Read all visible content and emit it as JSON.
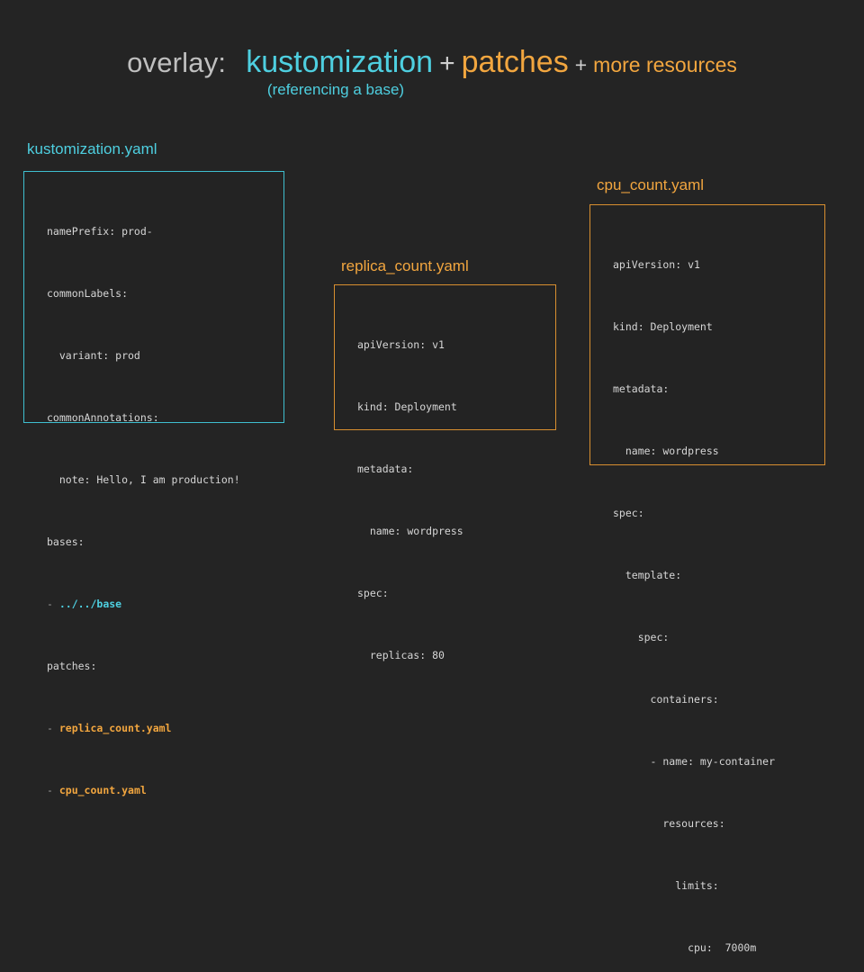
{
  "slide": {
    "background_color": "#242424",
    "title": {
      "prefix": "overlay:",
      "term1": "kustomization",
      "plus1": "+",
      "term2": "patches",
      "plus2": "+",
      "term3": "more resources",
      "subtitle": "(referencing a base)"
    },
    "colors": {
      "cyan": "#4ecfe0",
      "orange": "#f2a63f",
      "grey_text": "#bfbfbf",
      "code_text": "#d6d6d6",
      "dash": "#9a9a9a"
    }
  },
  "cards": [
    {
      "id": "kustomization",
      "label": "kustomization.yaml",
      "label_color": "#4ecfe0",
      "border_color": "#3fbfcf",
      "lines": [
        {
          "text": "namePrefix: prod-"
        },
        {
          "text": "commonLabels:"
        },
        {
          "text": "  variant: prod"
        },
        {
          "text": "commonAnnotations:"
        },
        {
          "text": "  note: Hello, I am production!"
        },
        {
          "text": "bases:"
        },
        {
          "dash": "- ",
          "text": "../../base",
          "style": "cyan-bold"
        },
        {
          "text": "patches:"
        },
        {
          "dash": "- ",
          "text": "replica_count.yaml",
          "style": "orange-bold"
        },
        {
          "dash": "- ",
          "text": "cpu_count.yaml",
          "style": "orange-bold"
        }
      ]
    },
    {
      "id": "replica",
      "label": "replica_count.yaml",
      "label_color": "#f2a63f",
      "border_color": "#d88f30",
      "lines": [
        {
          "text": "apiVersion: v1"
        },
        {
          "text": "kind: Deployment"
        },
        {
          "text": "metadata:"
        },
        {
          "text": "  name: wordpress"
        },
        {
          "text": "spec:"
        },
        {
          "text": "  replicas: 80"
        }
      ]
    },
    {
      "id": "cpu",
      "label": "cpu_count.yaml",
      "label_color": "#f2a63f",
      "border_color": "#d88f30",
      "lines": [
        {
          "text": "apiVersion: v1"
        },
        {
          "text": "kind: Deployment"
        },
        {
          "text": "metadata:"
        },
        {
          "text": "  name: wordpress"
        },
        {
          "text": "spec:"
        },
        {
          "text": "  template:"
        },
        {
          "text": "    spec:"
        },
        {
          "text": "      containers:"
        },
        {
          "text": "      - name: my-container"
        },
        {
          "text": "        resources:"
        },
        {
          "text": "          limits:"
        },
        {
          "text": "            cpu:  7000m"
        }
      ]
    }
  ]
}
